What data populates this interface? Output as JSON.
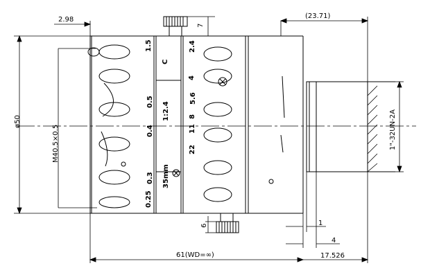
{
  "dimensions": {
    "flange_offset": "2.98",
    "key_height": "7",
    "total_depth_ref": "(23.71)",
    "outer_diameter": "ø50",
    "filter_thread": "M40.5×0.5",
    "screw_height": "6",
    "flange_step": "1",
    "mount_length": "4",
    "body_length": "61(WD=∞)",
    "flange_distance": "17.526",
    "mount_thread": "1\"-32UN-2A"
  },
  "focus_scale": {
    "label": "C",
    "marks": [
      "1.5",
      "0.5",
      "0.4",
      "0.3",
      "0.25"
    ]
  },
  "lens_spec": {
    "focal_length": "35mm",
    "aperture": "1:2.4"
  },
  "aperture_scale": [
    "2.4",
    "4",
    "5.6",
    "8",
    "11",
    "22"
  ]
}
